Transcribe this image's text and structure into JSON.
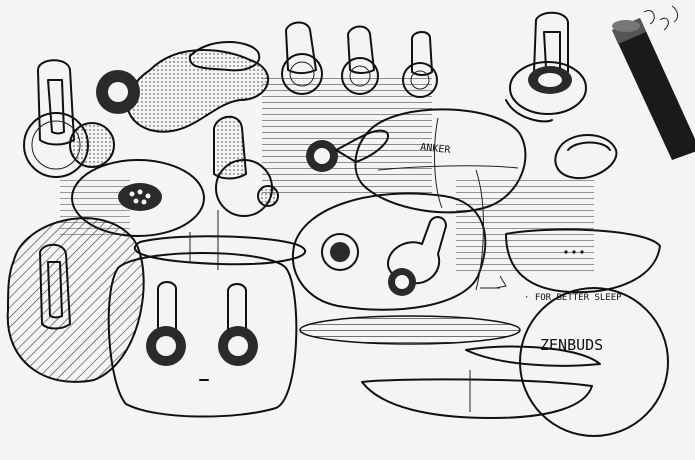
{
  "sketch": {
    "brand_on_case": "ANKER",
    "product_name": "ZENBUDS",
    "tagline": "· FOR BETTER SLEEP ·"
  },
  "palette": {
    "paper": "#f4f4f2",
    "ink": "#111111",
    "hatch": "#3a3a3a",
    "marker_body": "#1a1a1a"
  },
  "objects": [
    "earbud-with-wing-tip",
    "open-charging-case",
    "zenbuds-case-side-view",
    "marker-pen",
    "round-charging-pad"
  ]
}
